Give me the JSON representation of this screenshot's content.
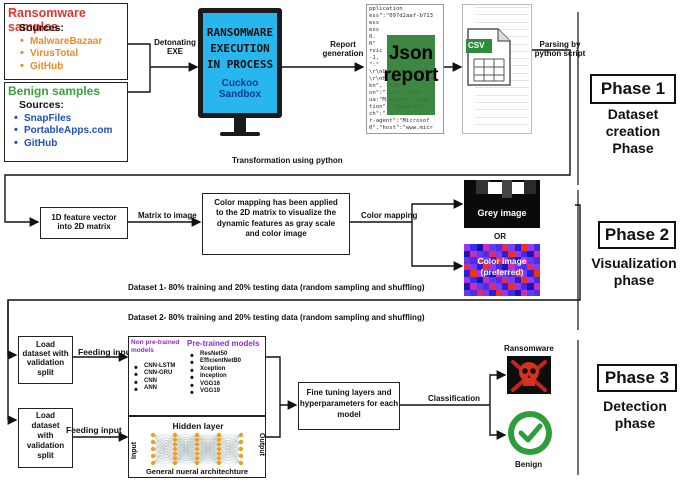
{
  "ransomware": {
    "title": "Ransomware samples",
    "sources_label": "Sources:",
    "items": [
      "MalwareBazaar",
      "VirusTotal",
      "GitHub"
    ],
    "title_color": "#e8332a",
    "item_color": "#f08a1f"
  },
  "benign": {
    "title": "Benign samples",
    "sources_label": "Sources:",
    "items": [
      "SnapFiles",
      "PortableApps.com",
      "GitHub"
    ],
    "title_color": "#3aa33a",
    "item_color": "#1f4fb8"
  },
  "monitor": {
    "line1": "RANSOMWARE",
    "line2": "EXECUTION",
    "line3": "IN PROCESS",
    "line4": "Cuckoo Sandbox",
    "screen_color": "#27b6ee"
  },
  "json_doc": {
    "label": "Json\nreport",
    "text_lines": [
      "pplication",
      "ess\":\"097d2aaf-b713",
      "ess",
      "ess",
      "0.",
      "0\"",
      "rvic",
      "-1,",
      "\":\"",
      "\\r\\nUser-Agent: Mozi",
      "\\r\\nHost: www.micros",
      "kn\", \"tag\":",
      "on\":\"1.1\",\"path\":",
      "ua:\"Microsoft-Cryp",
      "tion\": \"Keep-Ali",
      "ch\":\"",
      "r-agent\":\"Microsof",
      "0\",\"host\":\"www.micr"
    ],
    "accent": "#2e7d32"
  },
  "csv_doc": {
    "label": "CSV"
  },
  "labels": {
    "detonating": "Detonating\nEXE",
    "report_gen": "Report\ngeneration",
    "parsing": "Parsing by\npython script",
    "transformation": "Transformation using python",
    "matrix_to_image": "Matrix to image",
    "color_mapping": "Color mapping",
    "or": "OR",
    "dataset1": "Dataset 1- 80% training and 20% testing data (random sampling and shuffling)",
    "dataset2": "Dataset 2- 80% training and 20% testing data (random sampling and shuffling)",
    "feeding1": "Feeding input",
    "feeding2": "Feeding input",
    "classification": "Classification",
    "ransomware_out": "Ransomware",
    "benign_out": "Benign"
  },
  "boxes": {
    "vector": "1D feature vector\ninto 2D matrix",
    "colormap": "Color  mapping has been applied\nto the 2D matrix  to visualize the\ndynamic features as gray scale\nand color image",
    "grey": "Grey image",
    "color": "Color image\n(preferred)",
    "load1": "Load\ndataset with\nvalidation\nsplit",
    "load2": "Load\ndataset\nwith\nvalidation\nsplit",
    "finetune": "Fine tuning layers and\nhyperparameters for each\nmodel"
  },
  "models": {
    "non_title": "Non pre-trained\nmodels",
    "non_items": [
      "CNN-LSTM",
      "CNN-GRU",
      "CNN",
      "ANN"
    ],
    "pre_title": "Pre-trained models",
    "pre_items": [
      "ResNet50",
      "EfficientNetB0",
      "Xception",
      "Inception",
      "VGG16",
      "VGG19"
    ],
    "title_color": "#8a2be2"
  },
  "nn": {
    "hidden": "Hidden layer",
    "input": "Input",
    "output": "Output",
    "caption": "General nueral architechture",
    "node_color": "#f0a020"
  },
  "phases": [
    {
      "title": "Phase 1",
      "subtitle": "Dataset\ncreation\nPhase"
    },
    {
      "title": "Phase 2",
      "subtitle": "Visualization\nphase"
    },
    {
      "title": "Phase 3",
      "subtitle": "Detection\nphase"
    }
  ]
}
